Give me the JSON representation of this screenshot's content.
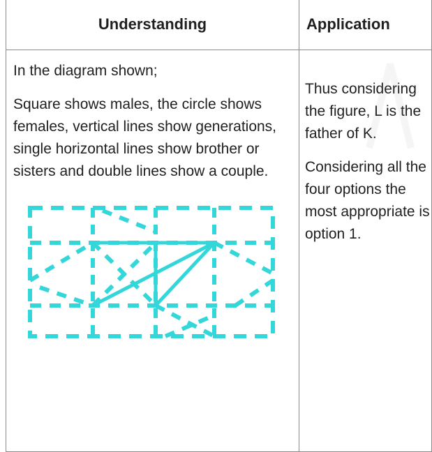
{
  "table": {
    "headers": [
      "Understanding",
      "Application"
    ],
    "understanding": {
      "intro": "In the diagram shown;",
      "explanation": "Square shows males, the circle shows females, vertical lines show generations, single horizontal lines show brother or sisters and double lines show a couple."
    },
    "application": {
      "conclusion": "Thus considering the figure, L is the father of K.",
      "answer": "Considering all the four options the most appropriate is option 1."
    }
  },
  "colors": {
    "diagram_line": "#33d6d9",
    "border": "#8a8a8a",
    "text": "#1f1f1f"
  }
}
